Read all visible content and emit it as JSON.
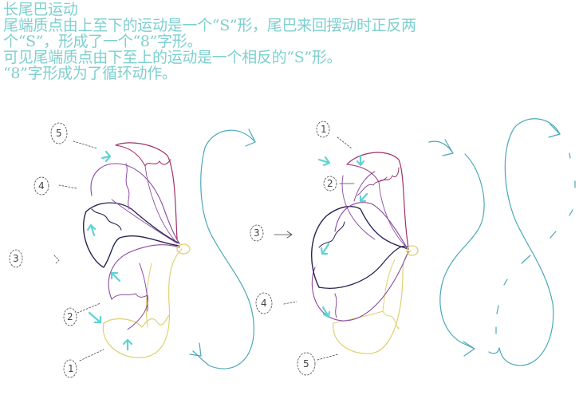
{
  "title": "长尾巴运动",
  "description": [
    "尾端质点由上至下的运动是一个“S”形，尾巴来回摆动时正反两",
    "个“S”，形成了一个“8”字形。",
    "可见尾端质点由下至上的运动是一个相反的“S”形。",
    "“8”字形成为了循环动作。"
  ],
  "colors": {
    "text": "#7fcfcf",
    "arrow_accent": "#5fd3d3",
    "path_line": "#4aa8b8",
    "tail_dark": "#2a2250",
    "tail_purple": "#8a4aa0",
    "tail_magenta": "#a0306a",
    "tail_yellow": "#e0cf70",
    "label_line": "#444444"
  },
  "left_figure": {
    "labels": [
      {
        "id": "5",
        "text": "5"
      },
      {
        "id": "4",
        "text": "4"
      },
      {
        "id": "3",
        "text": "3"
      },
      {
        "id": "2",
        "text": "2"
      },
      {
        "id": "1",
        "text": "1"
      }
    ],
    "path_shape": "S"
  },
  "right_figure": {
    "labels": [
      {
        "id": "1",
        "text": "1"
      },
      {
        "id": "2",
        "text": "2"
      },
      {
        "id": "3",
        "text": "3"
      },
      {
        "id": "4",
        "text": "4"
      },
      {
        "id": "5",
        "text": "5"
      }
    ],
    "path_shape": "reverse-S / 8"
  }
}
